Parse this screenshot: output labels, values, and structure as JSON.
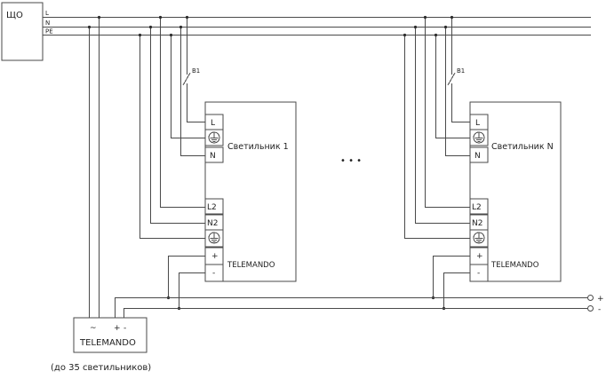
{
  "panel": {
    "label": "ЩО"
  },
  "bus": {
    "line_l": "L",
    "line_n": "N",
    "line_pe": "PE"
  },
  "luminaire_1": {
    "name": "Светильник 1",
    "switch_label": "B1",
    "term_l": "L",
    "term_n": "N",
    "term_l2": "L2",
    "term_n2": "N2",
    "term_plus": "+",
    "term_minus": "-",
    "module": "TELEMANDO"
  },
  "luminaire_n": {
    "name": "Светильник N",
    "switch_label": "B1",
    "term_l": "L",
    "term_n": "N",
    "term_l2": "L2",
    "term_n2": "N2",
    "term_plus": "+",
    "term_minus": "-",
    "module": "TELEMANDO"
  },
  "ellipsis": "• • •",
  "dc_bus": {
    "plus": "+",
    "minus": "-"
  },
  "controller": {
    "name": "TELEMANDO",
    "ac": "~",
    "plus": "+",
    "minus": "-"
  },
  "caption": "(до 35 светильников)",
  "colors": {
    "line": "#4a4a4a",
    "text": "#222222",
    "background": "#ffffff"
  },
  "icons": {
    "ground": "ground-icon",
    "terminal": "open-terminal-icon"
  }
}
